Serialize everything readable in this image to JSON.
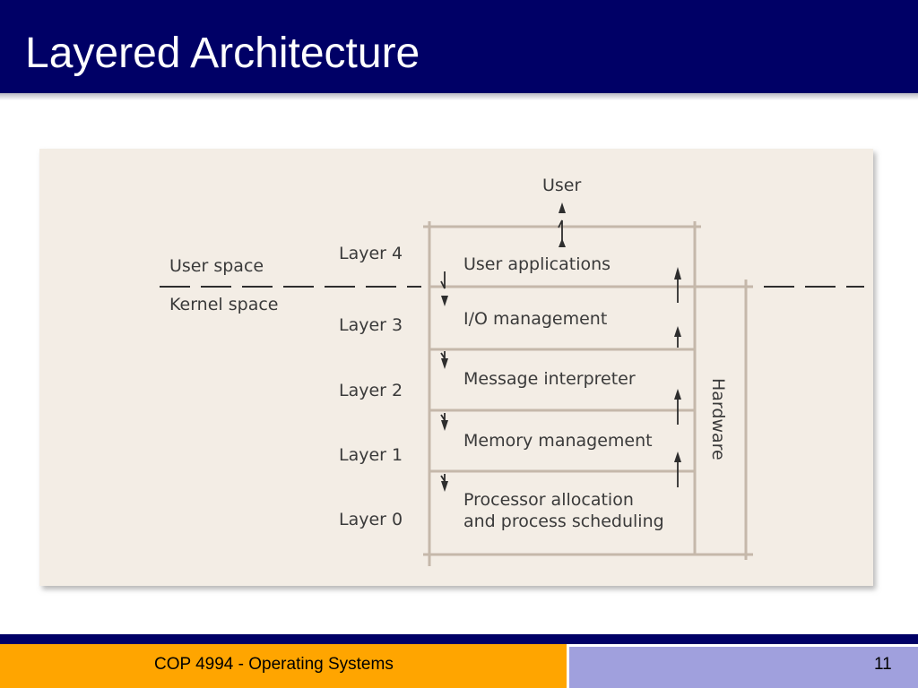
{
  "slide": {
    "title": "Layered Architecture",
    "footer_course": "COP 4994 - Operating Systems",
    "page_number": "11"
  },
  "diagram": {
    "top_label": "User",
    "user_space_label": "User space",
    "kernel_space_label": "Kernel space",
    "hardware_label": "Hardware",
    "layers": [
      {
        "name": "Layer 4",
        "description": [
          "User applications"
        ]
      },
      {
        "name": "Layer 3",
        "description": [
          "I/O management"
        ]
      },
      {
        "name": "Layer 2",
        "description": [
          "Message interpreter"
        ]
      },
      {
        "name": "Layer 1",
        "description": [
          "Memory management"
        ]
      },
      {
        "name": "Layer 0",
        "description": [
          "Processor allocation",
          "and process scheduling"
        ]
      }
    ]
  },
  "colors": {
    "title_bar": "#000066",
    "footer_left": "#ffa500",
    "footer_right": "#a0a0dd",
    "figure_background": "#f3ede5",
    "figure_lines": "#c5b8aa"
  }
}
